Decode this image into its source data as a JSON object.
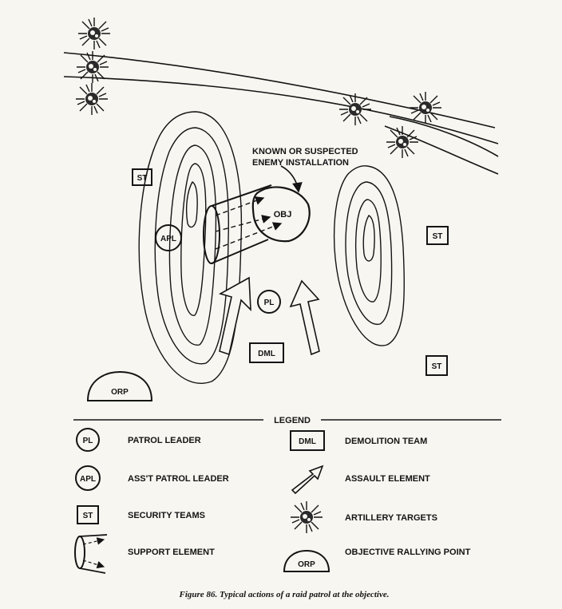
{
  "annotation": {
    "line1": "KNOWN OR SUSPECTED",
    "line2": "ENEMY INSTALLATION"
  },
  "map_symbols": {
    "objective": "OBJ",
    "security_team": "ST",
    "assistant_patrol_leader": "APL",
    "patrol_leader": "PL",
    "demolition_team": "DML",
    "objective_rallying_point": "ORP"
  },
  "legend": {
    "title": "LEGEND",
    "items": [
      {
        "symbol": "PL",
        "label": "PATROL LEADER",
        "icon": "circle-symbol"
      },
      {
        "symbol": "APL",
        "label": "ASS'T PATROL LEADER",
        "icon": "circle-symbol"
      },
      {
        "symbol": "ST",
        "label": "SECURITY TEAMS",
        "icon": "square-symbol"
      },
      {
        "symbol": "",
        "label": "SUPPORT ELEMENT",
        "icon": "support-element-icon"
      },
      {
        "symbol": "DML",
        "label": "DEMOLITION TEAM",
        "icon": "square-symbol"
      },
      {
        "symbol": "",
        "label": "ASSAULT ELEMENT",
        "icon": "assault-arrow-icon"
      },
      {
        "symbol": "",
        "label": "ARTILLERY TARGETS",
        "icon": "artillery-burst-icon"
      },
      {
        "symbol": "ORP",
        "label": "OBJECTIVE RALLYING POINT",
        "icon": "dome-symbol"
      }
    ]
  },
  "caption": "Figure 86.  Typical actions of a raid patrol at the objective."
}
